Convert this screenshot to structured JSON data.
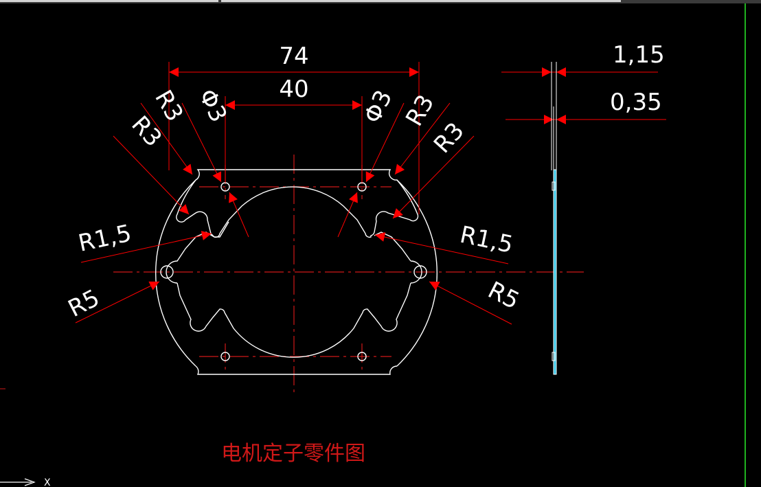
{
  "drawing": {
    "caption": "电机定子零件图",
    "dimensions": {
      "overall_width": "74",
      "hole_spacing": "40",
      "thickness": "1,15",
      "inner_thickness": "0,35",
      "hole_dia_left": "Φ3",
      "hole_dia_right": "Φ3",
      "r3_upper_left": "R3",
      "r3_lower_left": "R3",
      "r3_upper_right": "R3",
      "r3_lower_right": "R3",
      "r15_left": "R1,5",
      "r15_right": "R1,5",
      "r5_left": "R5",
      "r5_right": "R5"
    },
    "ucs_axis_label": "X"
  },
  "colors": {
    "background": "#000000",
    "geometry": "#ffffff",
    "dimension_arrows": "#ff0000",
    "center_lines": "#d01818",
    "caption": "#d01818",
    "side_fill": "#38c8e8"
  }
}
